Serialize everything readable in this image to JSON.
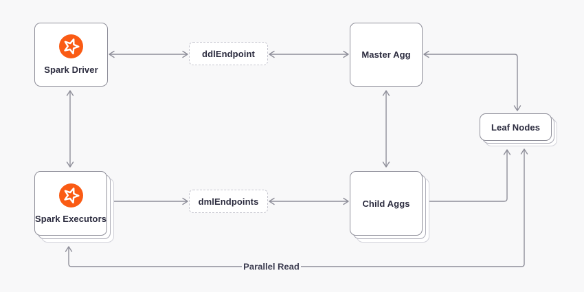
{
  "diagram": {
    "nodes": {
      "spark_driver": {
        "label": "Spark Driver",
        "icon": "singlestore-star-icon"
      },
      "ddl_endpoint": {
        "label": "ddlEndpoint"
      },
      "master_agg": {
        "label": "Master Agg"
      },
      "leaf_nodes": {
        "label": "Leaf Nodes"
      },
      "spark_executors": {
        "label": "Spark Executors",
        "icon": "singlestore-star-icon"
      },
      "dml_endpoints": {
        "label": "dmlEndpoints"
      },
      "child_aggs": {
        "label": "Child Aggs"
      }
    },
    "edge_labels": {
      "parallel_read": "Parallel Read"
    },
    "colors": {
      "background": "#F8F8F9",
      "card_fill": "#FFFFFF",
      "card_border": "#8E8E99",
      "stack_border_mid": "#AAAAB5",
      "stack_border_light": "#D2D2DA",
      "dashed_border": "#C6C6CF",
      "connector": "#8E8E99",
      "text": "#2B2B3E",
      "accent_orange": "#FA5B14"
    }
  }
}
